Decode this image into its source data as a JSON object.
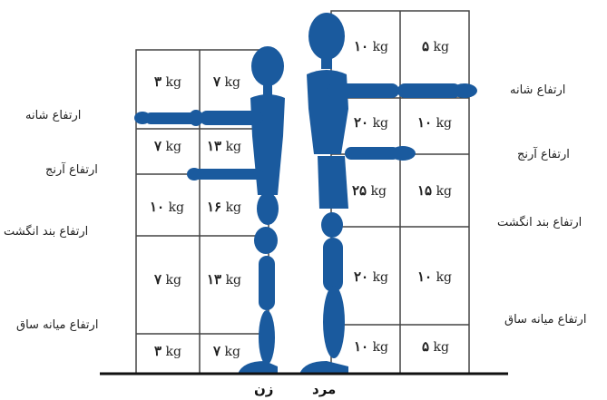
{
  "colors": {
    "figure": "#1a5a9e",
    "grid": "#444444",
    "ground": "#111111",
    "text": "#222222"
  },
  "left_labels": [
    "ارتفاع شانه",
    "ارتفاع آرنج",
    "ارتفاع بند انگشت",
    "ارتفاع میانه ساق"
  ],
  "right_labels": [
    "ارتفاع شانه",
    "ارتفاع آرنج",
    "ارتفاع بند انگشت",
    "ارتفاع میانه ساق"
  ],
  "woman": {
    "label": "زن",
    "rows": [
      {
        "outer": {
          "num": "۳",
          "unit": "kg"
        },
        "inner": {
          "num": "۷",
          "unit": "kg"
        }
      },
      {
        "outer": {
          "num": "۷",
          "unit": "kg"
        },
        "inner": {
          "num": "۱۳",
          "unit": "kg"
        }
      },
      {
        "outer": {
          "num": "۱۰",
          "unit": "kg"
        },
        "inner": {
          "num": "۱۶",
          "unit": "kg"
        }
      },
      {
        "outer": {
          "num": "۷",
          "unit": "kg"
        },
        "inner": {
          "num": "۱۳",
          "unit": "kg"
        }
      },
      {
        "outer": {
          "num": "۳",
          "unit": "kg"
        },
        "inner": {
          "num": "۷",
          "unit": "kg"
        }
      }
    ]
  },
  "man": {
    "label": "مرد",
    "rows": [
      {
        "inner": {
          "num": "۱۰",
          "unit": "kg"
        },
        "outer": {
          "num": "۵",
          "unit": "kg"
        }
      },
      {
        "inner": {
          "num": "۲۰",
          "unit": "kg"
        },
        "outer": {
          "num": "۱۰",
          "unit": "kg"
        }
      },
      {
        "inner": {
          "num": "۲۵",
          "unit": "kg"
        },
        "outer": {
          "num": "۱۵",
          "unit": "kg"
        }
      },
      {
        "inner": {
          "num": "۲۰",
          "unit": "kg"
        },
        "outer": {
          "num": "۱۰",
          "unit": "kg"
        }
      },
      {
        "inner": {
          "num": "۱۰",
          "unit": "kg"
        },
        "outer": {
          "num": "۵",
          "unit": "kg"
        }
      }
    ]
  }
}
